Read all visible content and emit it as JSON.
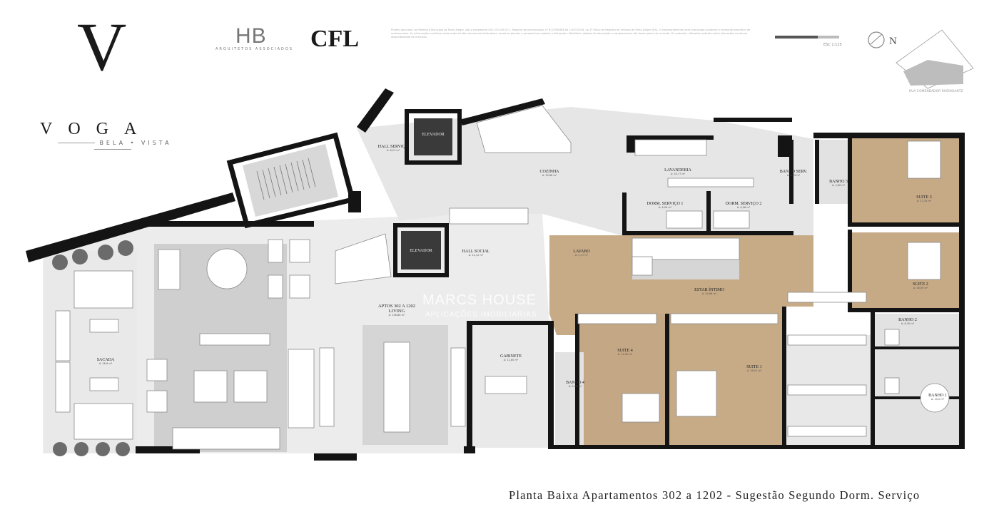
{
  "brand": {
    "v": "V",
    "voga": "VOGA",
    "bela_vista": "BELA • VISTA",
    "hb": "HB",
    "hb_sub": "ARQUITETOS ASSOCIADOS",
    "cfl": "CFL"
  },
  "legal_text": "Projeto aprovado na Prefeitura Municipal de Porto Alegre, sob o expediente 002.331109.00.7. Registro de Incorporação nº R-07/96.888 de 13/07/2016, no 1º Ofício do Registro de Imóveis de Porto Alegre (RS). O empreendimento será executado conforme o memorial descritivo de acabamentos. As informações contidas neste material são meramente ilustrativas, sendo as plantas e perspectivas sujeitas a alterações. Mobiliário, objetos de decoração e equipamentos não fazem parte do contrato. Os materiais utilizados poderão sofrer alterações conforme disponibilidade de mercado.",
  "scale_label": "ESC 1:125",
  "north_label": "N",
  "street_label": "RUA COMENDADOR RHEINGANTZ",
  "caption": "Planta Baixa Apartamentos 302 a 1202 - Sugestão Segundo Dorm. Serviço",
  "watermark": "MARCS HOUSE",
  "watermark_sub": "APLICAÇÕES IMOBILIÁRIAS",
  "rooms": {
    "hall_servico": {
      "name": "HALL SERVIÇO",
      "area": "A: 8,23 m²"
    },
    "elevador_1": {
      "name": "ELEVADOR"
    },
    "cozinha": {
      "name": "COZINHA",
      "area": "A: 30,66 m²"
    },
    "lavanderia": {
      "name": "LAVANDERIA",
      "area": "A: 20,77 m²"
    },
    "banho_serv": {
      "name": "BANHO SERV.",
      "area": "A: 2,69 m²"
    },
    "banho_3": {
      "name": "BANHO 3",
      "area": "A: 4,80 m²"
    },
    "suite_3": {
      "name": "SUITE 3",
      "area": "A: 17,35 m²"
    },
    "dorm_servico_1": {
      "name": "DORM. SERVIÇO 1",
      "area": "A: 6,08 m²"
    },
    "dorm_servico_2": {
      "name": "DORM. SERVIÇO 2",
      "area": "A: 6,08 m²"
    },
    "elevador_2": {
      "name": "ELEVADOR"
    },
    "hall_social": {
      "name": "HALL SOCIAL",
      "area": "A: 14,12 m²"
    },
    "lavabo": {
      "name": "LAVABO",
      "area": "A: 2,17 m²"
    },
    "suite_2": {
      "name": "SUITE 2",
      "area": "A: 18,09 m²"
    },
    "estar_intimo": {
      "name": "ESTAR ÍNTIMO",
      "area": "A: 24,68 m²"
    },
    "living": {
      "name": "APTOS 302 A 1202",
      "sub": "LIVING",
      "area": "A: 106,86 m²"
    },
    "banho_2": {
      "name": "BANHO 2",
      "area": "A: 8,30 m²"
    },
    "sacada": {
      "name": "SACADA",
      "area": "A: 26,9 m²"
    },
    "gabinete": {
      "name": "GABINETE",
      "area": "A: 11,60 m²"
    },
    "suite_4": {
      "name": "SUITE 4",
      "area": "A: 12,59 m²"
    },
    "suite_1": {
      "name": "SUITE 1",
      "area": "A: 28,01 m²"
    },
    "banho_4": {
      "name": "BANHO 4",
      "area": "A: 5,20 m²"
    },
    "banho_1": {
      "name": "BANHO 1",
      "area": "A: 10,0 m²"
    }
  },
  "colors": {
    "wall": "#141414",
    "floor_light": "#ececec",
    "floor_service": "#e4e4e4",
    "wood": "#c7ab87",
    "rug": "#cfcfcf",
    "furniture": "#ffffff"
  }
}
